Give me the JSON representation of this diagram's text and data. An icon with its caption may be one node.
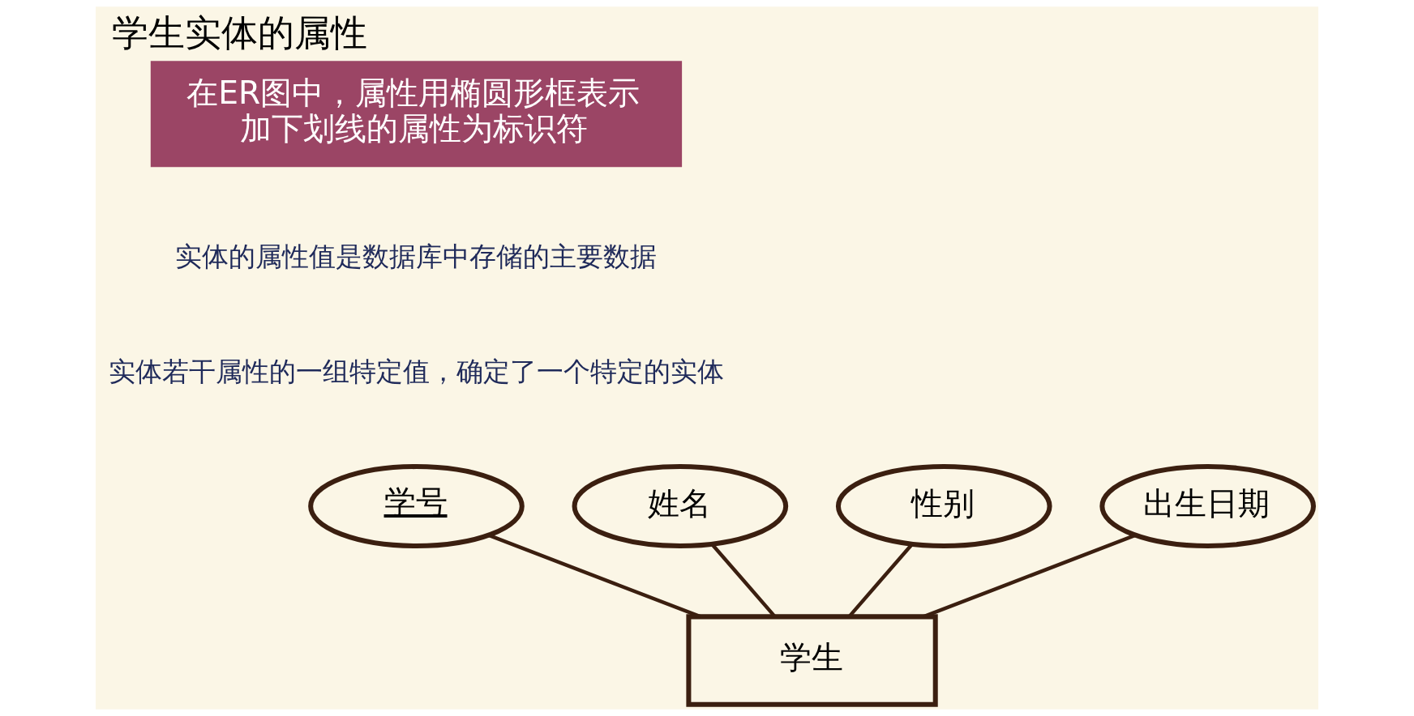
{
  "diagram": {
    "title": "学生实体的属性",
    "nodes": [
      {
        "text": [
          "在ER图中，属性用椭圆形框表示",
          "加下划线的属性为标识符"
        ]
      },
      {
        "text": [
          "学号"
        ]
      },
      {
        "text": [
          "姓名"
        ]
      },
      {
        "text": [
          "性别"
        ]
      },
      {
        "text": [
          "出生日期"
        ]
      },
      {
        "text": [
          "学生"
        ]
      }
    ],
    "edges": [
      {
        "from": 1,
        "to": 5,
        "arrow": "none"
      },
      {
        "from": 2,
        "to": 5,
        "arrow": "none"
      },
      {
        "from": 3,
        "to": 5,
        "arrow": "none"
      },
      {
        "from": 4,
        "to": 5,
        "arrow": "none"
      }
    ],
    "labels": [
      "实体的属性值是数据库中存储的主要数据",
      "实体若干属性的一组特定值，确定了一个特定的实体"
    ]
  }
}
